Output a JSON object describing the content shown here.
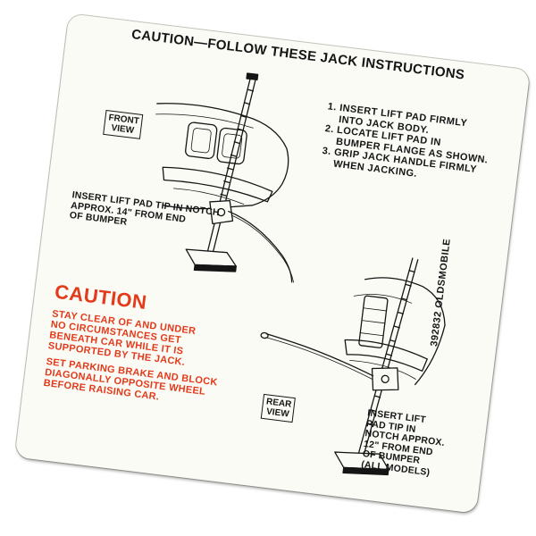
{
  "header": {
    "title": "CAUTION—FOLLOW THESE JACK INSTRUCTIONS"
  },
  "instructions": {
    "lines": [
      "1. INSERT LIFT PAD FIRMLY",
      "INTO JACK BODY.",
      "2. LOCATE LIFT PAD IN",
      "BUMPER FLANGE AS SHOWN.",
      "3. GRIP JACK HANDLE FIRMLY",
      "WHEN JACKING."
    ]
  },
  "front": {
    "view_label": [
      "FRONT",
      "VIEW"
    ],
    "caption": [
      "INSERT LIFT PAD TIP IN NOTCH",
      "APPROX. 14\" FROM END",
      "OF BUMPER"
    ]
  },
  "rear": {
    "view_label": [
      "REAR",
      "VIEW"
    ],
    "caption": [
      "INSERT LIFT",
      "PAD TIP IN",
      "NOTCH APPROX.",
      "12\" FROM END",
      "OF BUMPER",
      "(ALL MODELS)"
    ]
  },
  "caution": {
    "heading": "CAUTION",
    "warning_lines": [
      "STAY CLEAR OF AND UNDER",
      "NO CIRCUMSTANCES GET",
      "BENEATH CAR WHILE IT IS",
      "SUPPORTED BY THE JACK."
    ],
    "brake_lines": [
      "SET PARKING BRAKE AND BLOCK",
      "DIAGONALLY OPPOSITE WHEEL",
      "BEFORE RAISING CAR."
    ]
  },
  "side_code": "392832 OLDSMOBILE",
  "colors": {
    "ink": "#151515",
    "caution_red": "#e23a1a",
    "decal_background": "#fbfbf6"
  }
}
